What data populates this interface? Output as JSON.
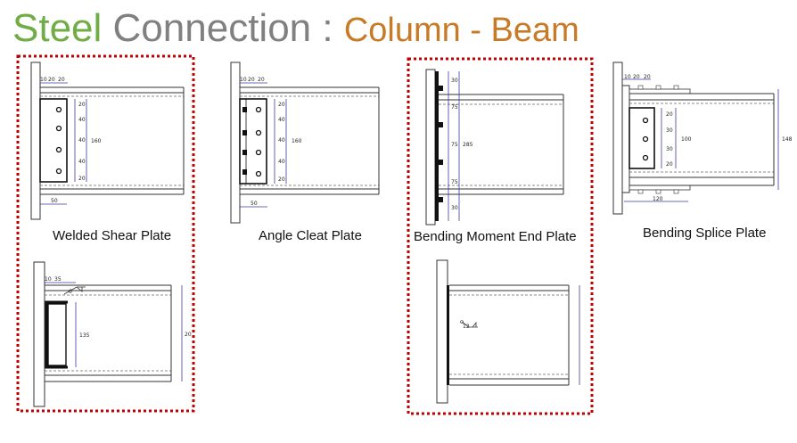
{
  "title": {
    "word1": "Steel",
    "word2": "Connection",
    "separator": ":",
    "subtitle": "Column - Beam",
    "colors": {
      "word1": "#70ad47",
      "word2": "#808080",
      "subtitle": "#c77b26"
    }
  },
  "highlight_color": "#c00000",
  "panels": [
    {
      "id": "welded-shear-plate",
      "label": "Welded Shear Plate",
      "dims_top": [
        "10",
        "20",
        "20"
      ],
      "dims_side": [
        "20",
        "40",
        "40",
        "40",
        "20"
      ],
      "dim_total": "160",
      "dim_bottom": "50"
    },
    {
      "id": "angle-cleat-plate",
      "label": "Angle Cleat Plate",
      "dims_top": [
        "10",
        "20",
        "20"
      ],
      "dims_side": [
        "20",
        "40",
        "40",
        "40",
        "20"
      ],
      "dim_total": "160",
      "dim_bottom": "50"
    },
    {
      "id": "bending-moment-end-plate",
      "label": "Bending Moment End Plate",
      "dims_side": [
        "30",
        "75",
        "75",
        "75",
        "30"
      ],
      "dim_total": "285"
    },
    {
      "id": "bending-splice-plate",
      "label": "Bending Splice Plate",
      "dims_top": [
        "10",
        "20",
        "20"
      ],
      "dims_side": [
        "20",
        "30",
        "30",
        "20"
      ],
      "dim_total": "100",
      "dim_overall": "148",
      "dim_bottom": "120"
    },
    {
      "id": "welded-channel",
      "dims_top": [
        "10",
        "35"
      ],
      "weld": "6",
      "dim_side": "135",
      "dim_total": "20"
    },
    {
      "id": "welded-end",
      "weld": "12"
    }
  ]
}
